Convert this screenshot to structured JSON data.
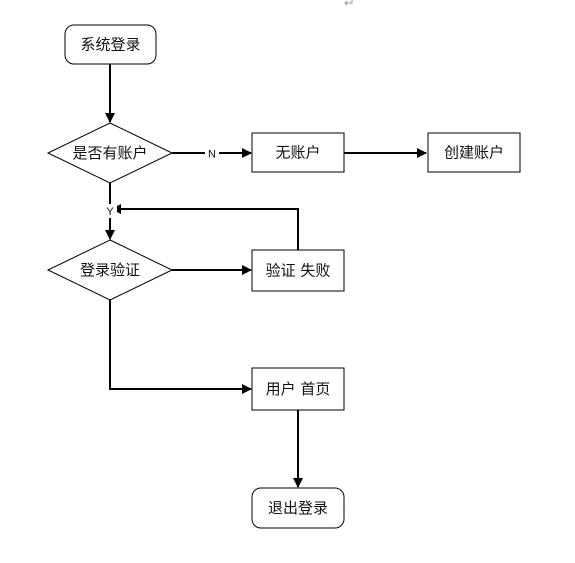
{
  "nodes": {
    "start": "系统登录",
    "has_account": "是否有账户",
    "no_account": "无账户",
    "create_account": "创建账户",
    "login_verify": "登录验证",
    "verify_failed": "验证 失败",
    "user_home": "用户 首页",
    "logout": "退出登录"
  },
  "edge_labels": {
    "no": "N",
    "yes": "Y"
  },
  "colors": {
    "line": "#000000",
    "fill": "#ffffff",
    "text": "#111111"
  }
}
